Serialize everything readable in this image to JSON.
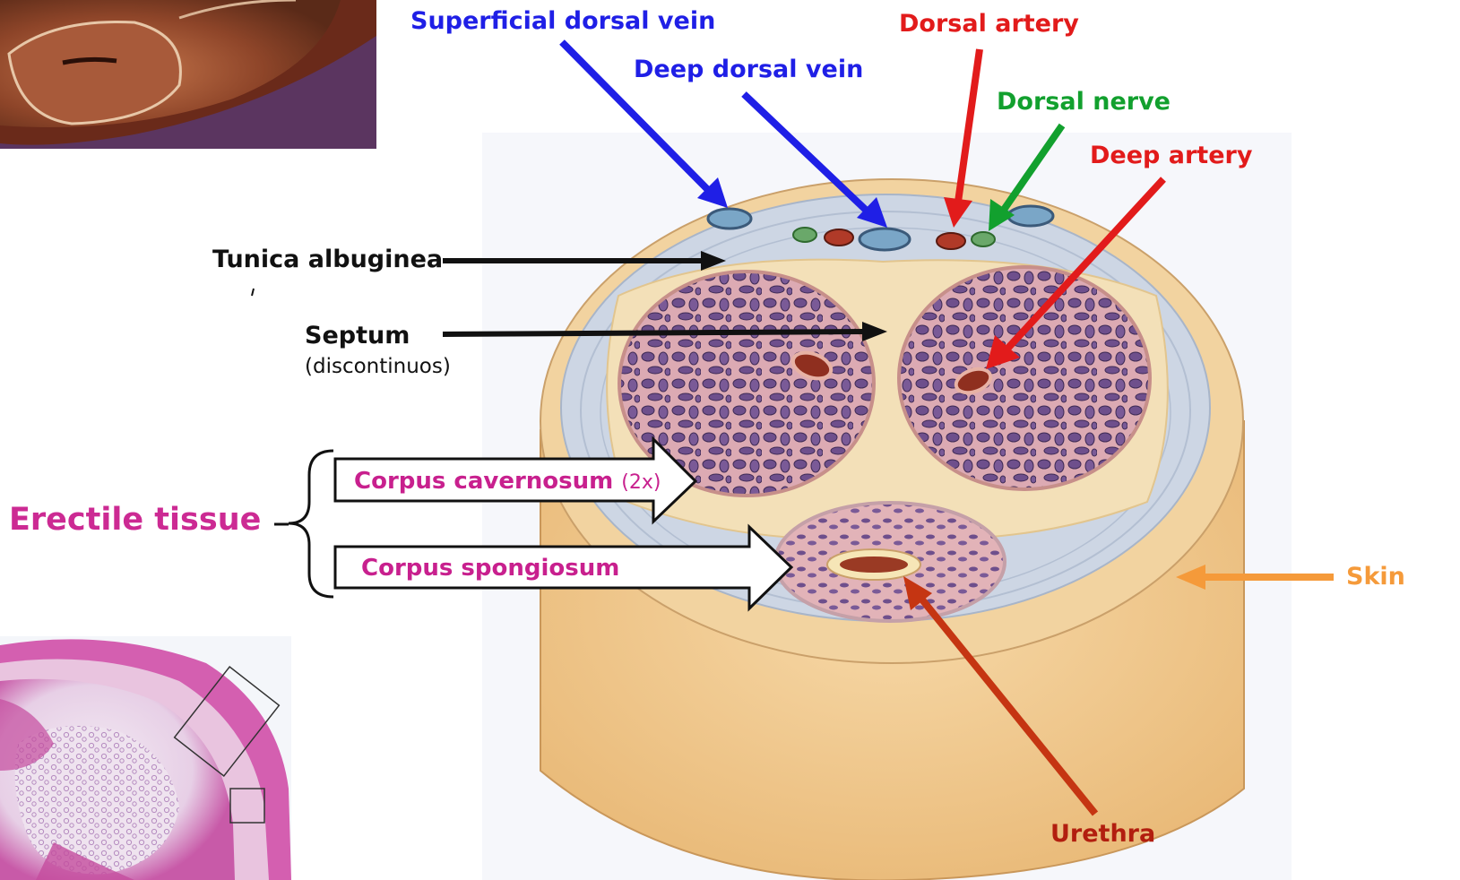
{
  "labels": {
    "superficial_dorsal_vein": "Superficial dorsal vein",
    "deep_dorsal_vein": "Deep dorsal vein",
    "dorsal_artery": "Dorsal artery",
    "dorsal_nerve": "Dorsal nerve",
    "deep_artery": "Deep artery",
    "tunica_albuginea": "Tunica albuginea",
    "septum": "Septum",
    "septum_note": "(discontinuos)",
    "erectile_tissue": "Erectile tissue",
    "corpus_cavernosum": "Corpus cavernosum",
    "corpus_cavernosum_count": "(2x)",
    "corpus_spongiosum": "Corpus spongiosum",
    "skin": "Skin",
    "urethra": "Urethra"
  },
  "colors": {
    "vein_label": "#1f1fe6",
    "artery_label": "#e21b1b",
    "nerve_label": "#12a02e",
    "skin_label": "#f59a3a",
    "urethra_label": "#b21e0f",
    "erectile_label": "#cc2a93",
    "skin_tissue": "#f1c98e",
    "fascia": "#c9d3e2",
    "cavernous_tissue": "#d9a8ae",
    "sinusoid": "#6b4b86"
  },
  "images": {
    "top_left": "gross-cross-section-photo",
    "bottom_left": "histology-section-micrograph"
  }
}
